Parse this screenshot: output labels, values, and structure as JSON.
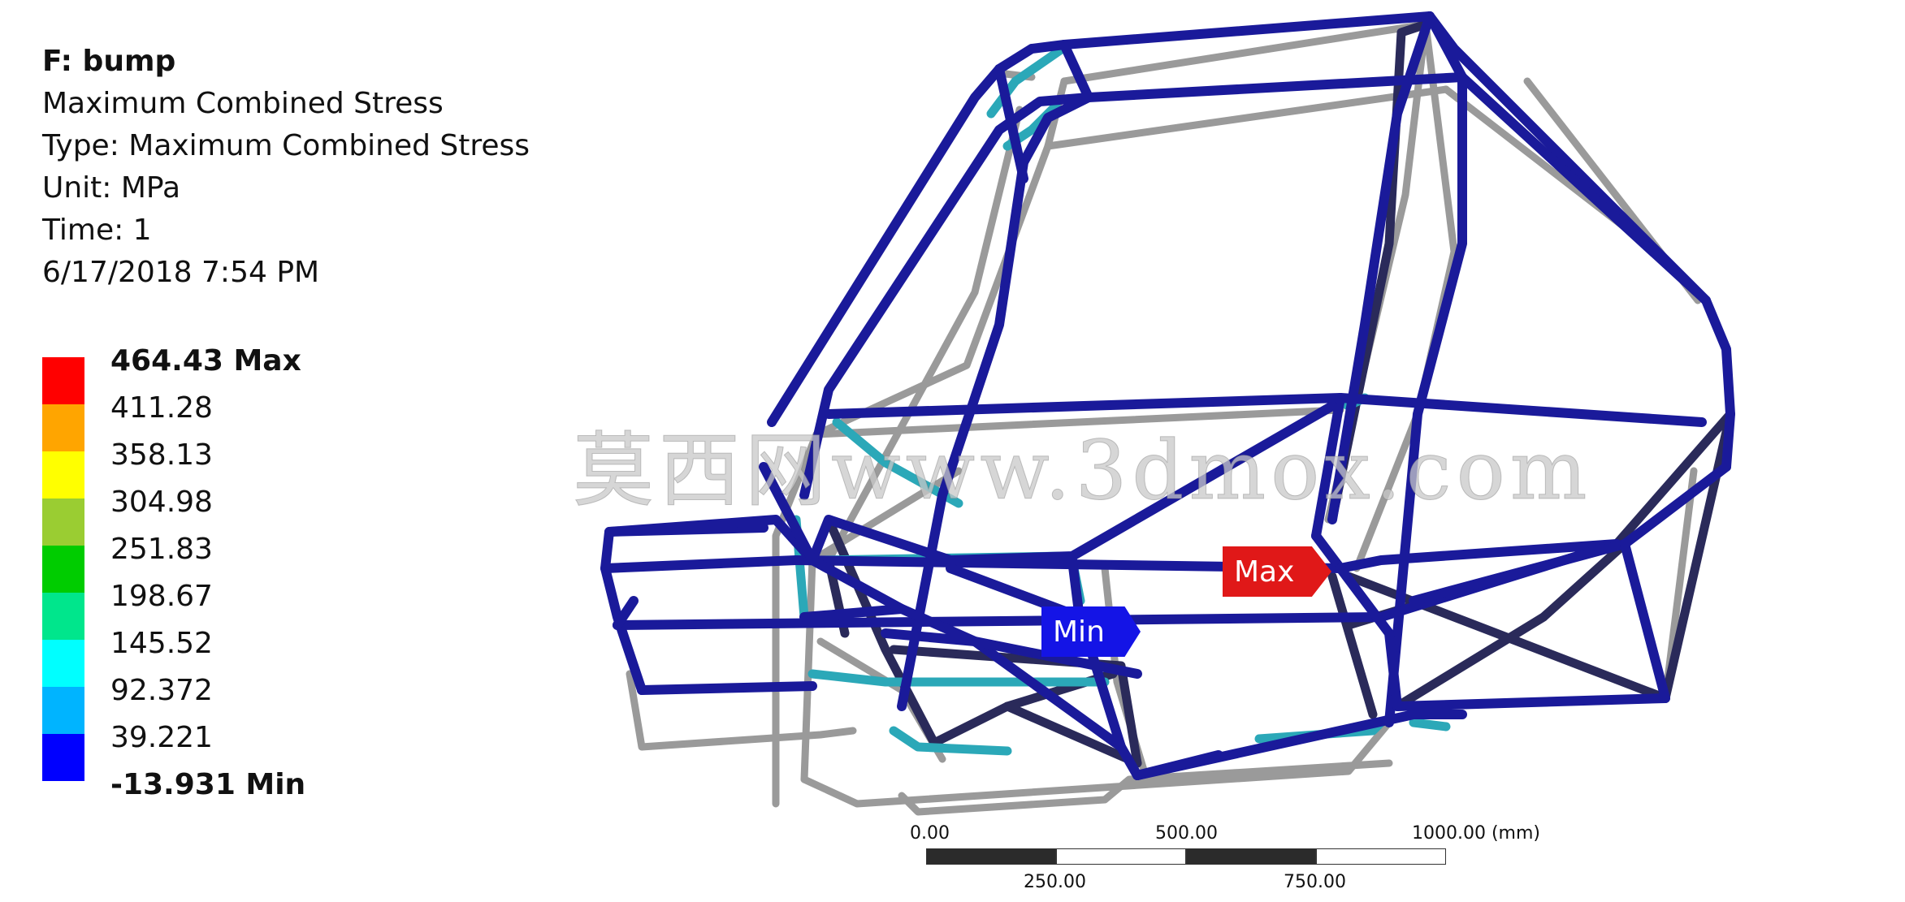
{
  "info": {
    "title": "F: bump",
    "result_name": "Maximum Combined Stress",
    "type_line": "Type: Maximum Combined Stress",
    "unit_line": "Unit: MPa",
    "time_line": "Time: 1",
    "timestamp": "6/17/2018 7:54 PM"
  },
  "legend": {
    "labels": [
      "464.43 Max",
      "411.28",
      "358.13",
      "304.98",
      "251.83",
      "198.67",
      "145.52",
      "92.372",
      "39.221",
      "-13.931 Min"
    ],
    "colors": [
      "#ff0000",
      "#ffa500",
      "#ffff00",
      "#9acd32",
      "#00cc00",
      "#00e68c",
      "#00ffff",
      "#00b4ff",
      "#0000ff"
    ]
  },
  "probes": {
    "max_label": "Max",
    "min_label": "Min",
    "max_color": "#e01818",
    "min_color": "#1414e6"
  },
  "watermark": "莫西网www.3dmox.com",
  "scale_bar": {
    "labels_top": [
      "0.00",
      "500.00",
      "1000.00 (mm)"
    ],
    "labels_bottom": [
      "250.00",
      "750.00"
    ]
  },
  "colors": {
    "frame_blue": "#1a1a9a",
    "frame_dark": "#2a2a5a",
    "frame_gray": "#9a9a9a",
    "frame_cyan": "#2ba8b8"
  }
}
